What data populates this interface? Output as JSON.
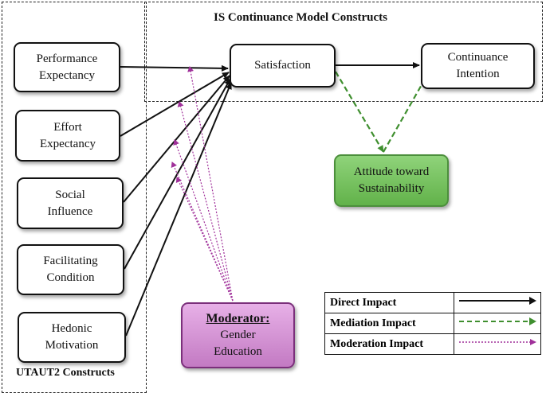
{
  "groups": {
    "is_continuance": "IS Continuance Model Constructs",
    "utaut2": "UTAUT2 Constructs"
  },
  "nodes": {
    "performance_expectancy": [
      "Performance",
      "Expectancy"
    ],
    "effort_expectancy": [
      "Effort",
      "Expectancy"
    ],
    "social_influence": [
      "Social",
      "Influence"
    ],
    "facilitating_condition": [
      "Facilitating",
      "Condition"
    ],
    "hedonic_motivation": [
      "Hedonic",
      "Motivation"
    ],
    "satisfaction": "Satisfaction",
    "continuance_intention": [
      "Continuance",
      "Intention"
    ],
    "attitude_sustainability": [
      "Attitude toward",
      "Sustainability"
    ],
    "moderator": {
      "title": "Moderator:",
      "items": [
        "Gender",
        "Education"
      ]
    }
  },
  "legend": {
    "direct": "Direct Impact",
    "mediation": "Mediation Impact",
    "moderation": "Moderation Impact"
  },
  "colors": {
    "direct": "#111111",
    "mediation": "#3f8f2f",
    "moderation": "#a0309a"
  }
}
